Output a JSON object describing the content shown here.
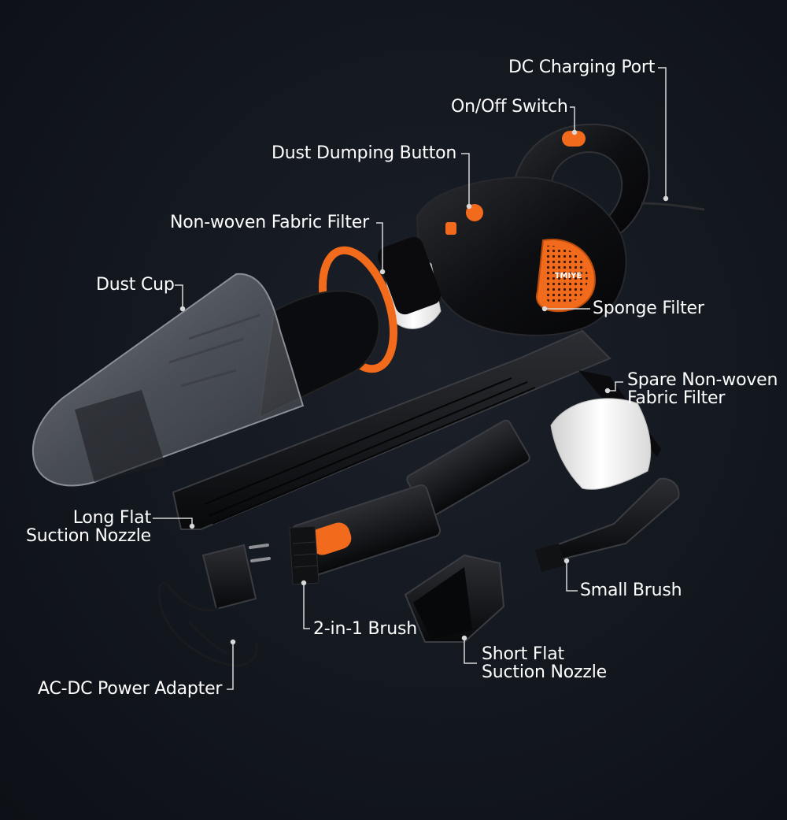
{
  "colors": {
    "background": "#12161d",
    "accent": "#f26a1b",
    "product_body": "#0c0c0e",
    "filter_white": "#f2f2f2",
    "label_text": "#ffffff",
    "leader_line": "#d8d8d8"
  },
  "brand_mark": "TMIYE",
  "labels": {
    "dc_charging_port": "DC Charging Port",
    "on_off_switch": "On/Off Switch",
    "dust_dumping_button": "Dust Dumping Button",
    "non_woven_fabric_filter": "Non-woven Fabric Filter",
    "dust_cup": "Dust Cup",
    "sponge_filter": "Sponge Filter",
    "spare_filter_line1": "Spare Non-woven",
    "spare_filter_line2": "Fabric Filter",
    "long_nozzle_line1": "Long Flat",
    "long_nozzle_line2": "Suction Nozzle",
    "two_in_one_brush": "2-in-1 Brush",
    "small_brush": "Small Brush",
    "short_nozzle_line1": "Short Flat",
    "short_nozzle_line2": "Suction Nozzle",
    "ac_dc_adapter": "AC-DC Power Adapter"
  }
}
